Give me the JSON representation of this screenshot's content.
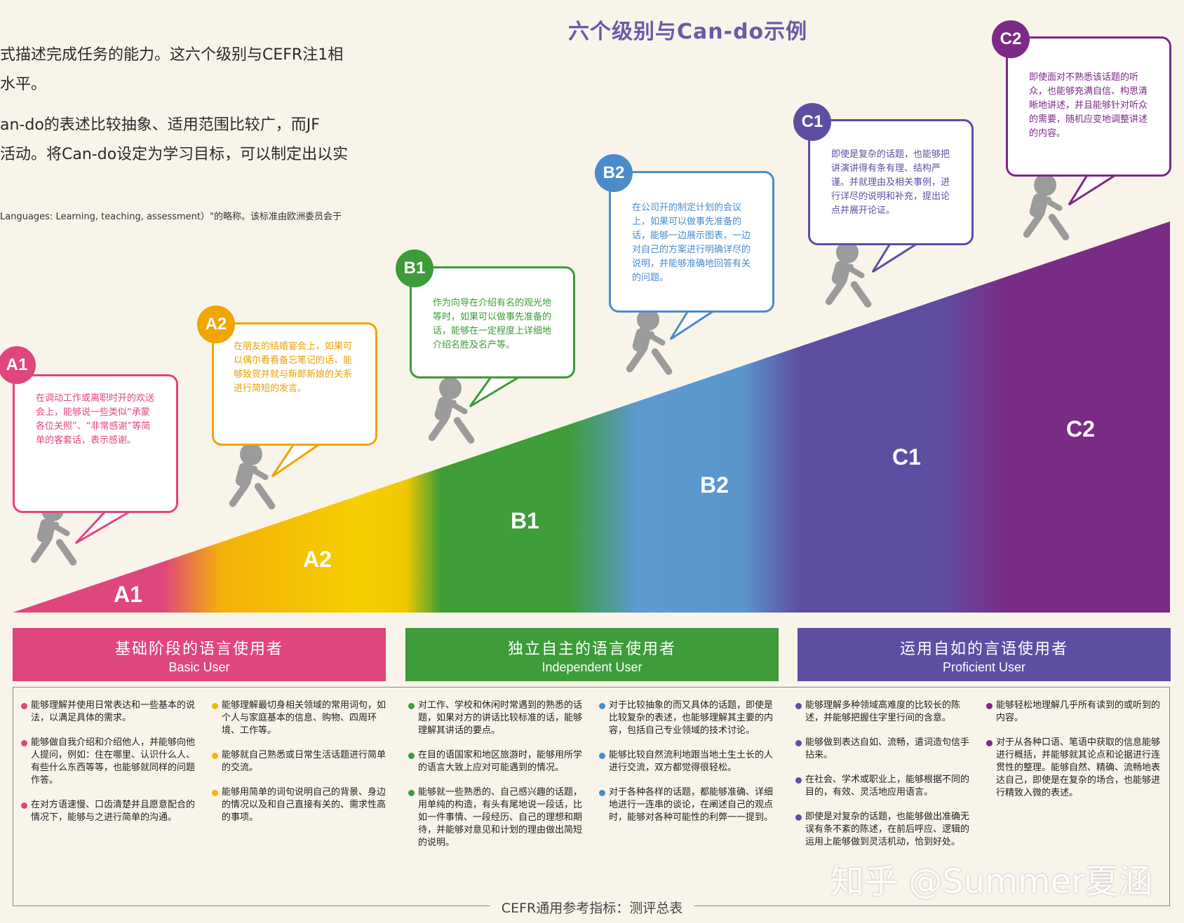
{
  "intro": {
    "line1": "式描述完成任务的能力。这六个级别与CEFR注1相",
    "line2": "水平。",
    "line3": "an-do的表述比较抽象、适用范围比较广，而JF",
    "line4": "活动。将Can-do设定为学习目标，可以制定出以实",
    "footnote": "Languages: Learning, teaching, assessment）\"的略称。该标准由欧洲委员会于"
  },
  "title": "六个级别与Can-do示例",
  "levels": [
    {
      "code": "A1",
      "color": "#e0467e",
      "band_label": "A1",
      "text": "在调动工作或离职时开的欢送会上，能够说一些类似“承蒙各位关照”、“非常感谢”等简单的客套话，表示感谢。"
    },
    {
      "code": "A2",
      "color": "#f0a500",
      "band_label": "A2",
      "text": "在朋友的结婚宴会上，如果可以偶尔看看备忘笔记的话，能够致贺并就与新郎新娘的关系进行简短的发言。"
    },
    {
      "code": "B1",
      "color": "#3d9b3a",
      "band_label": "B1",
      "text": "作为向导在介绍有名的观光地等时，如果可以做事先准备的话，能够在一定程度上详细地介绍名胜及名产等。"
    },
    {
      "code": "B2",
      "color": "#4a8cc9",
      "band_label": "B2",
      "text": "在公司开的制定计划的会议上，如果可以做事先准备的话，能够一边展示图表，一边对自己的方案进行明确详尽的说明，并能够准确地回答有关的问题。"
    },
    {
      "code": "C1",
      "color": "#5e4ea2",
      "band_label": "C1",
      "text": "即使是复杂的话题，也能够把讲演讲得有条有理、结构严谨。并就理由及相关事例，进行详尽的说明和补充，提出论点并展开论证。"
    },
    {
      "code": "C2",
      "color": "#7c2a86",
      "band_label": "C2",
      "text": "即使面对不熟悉该话题的听众，也能够充满自信、构思清晰地讲述，并且能够针对听众的需要，随机应变地调整讲述的内容。"
    }
  ],
  "stages": [
    {
      "cn": "基础阶段的语言使用者",
      "en": "Basic User",
      "color": "#e0467e"
    },
    {
      "cn": "独立自主的语言使用者",
      "en": "Independent User",
      "color": "#3d9b3a"
    },
    {
      "cn": "运用自如的言语使用者",
      "en": "Proficient User",
      "color": "#5e4ea2"
    }
  ],
  "descriptors": [
    {
      "color": "#e0467e",
      "items": [
        "能够理解并使用日常表达和一些基本的说法，以满足具体的需求。",
        "能够做自我介绍和介绍他人，并能够向他人提问，例如：住在哪里、认识什么人、有些什么东西等等，也能够就同样的问题作答。",
        "在对方语速慢、口齿清楚并且愿意配合的情况下，能够与之进行简单的沟通。"
      ]
    },
    {
      "color": "#f0b800",
      "items": [
        "能够理解最切身相关领域的常用词句，如个人与家庭基本的信息、购物、四周环境、工作等。",
        "能够就自己熟悉或日常生活话题进行简单的交流。",
        "能够用简单的词句说明自己的背景、身边的情况以及和自己直接有关的、需求性高的事项。"
      ]
    },
    {
      "color": "#3d9b3a",
      "items": [
        "对工作、学校和休闲时常遇到的熟悉的话题，如果对方的讲话比较标准的话，能够理解其讲话的要点。",
        "在目的语国家和地区旅游时，能够用所学的语言大致上应对可能遇到的情况。",
        "能够就一些熟悉的、自己感兴趣的话题，用单纯的构造，有头有尾地说一段话，比如一件事情、一段经历、自己的理想和期待，并能够对意见和计划的理由做出简短的说明。"
      ]
    },
    {
      "color": "#4a8cc9",
      "items": [
        "对于比较抽象的而又具体的话题，即使是比较复杂的表述，也能够理解其主要的内容，包括自己专业领域的技术讨论。",
        "能够比较自然流利地跟当地土生土长的人进行交流，双方都觉得很轻松。",
        "对于各种各样的话题，都能够准确、详细地进行一连串的谈论，在阐述自己的观点时，能够对各种可能性的利弊一一提到。"
      ]
    },
    {
      "color": "#5e4ea2",
      "items": [
        "能够理解多种领域高难度的比较长的陈述，并能够把握住字里行间的含意。",
        "能够做到表达自如、流畅，遣词造句信手拈来。",
        "在社会、学术或职业上，能够根据不同的目的，有效、灵活地应用语言。",
        "即使是对复杂的话题，也能够做出准确无误有条不紊的陈述，在前后呼应、逻辑的运用上能够做到灵活机动，恰到好处。"
      ]
    },
    {
      "color": "#7c2a86",
      "items": [
        "能够轻松地理解几乎所有读到的或听到的内容。",
        "对于从各种口语、笔语中获取的信息能够进行概括，并能够就其论点和论据进行连贯性的整理。能够自然、精确、流畅地表达自己，即使是在复杂的场合，也能够进行精致入微的表述。"
      ]
    }
  ],
  "caption": "CEFR通用参考指标：测评总表",
  "watermark": "知乎 @Summer夏涵"
}
